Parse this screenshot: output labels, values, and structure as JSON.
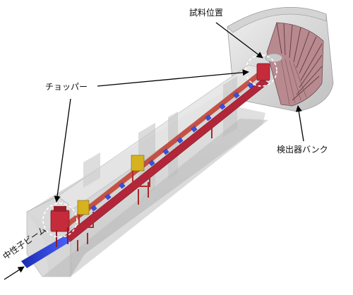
{
  "labels": {
    "sample_position": "試料位置",
    "chopper": "チョッパー",
    "detector_bank": "検出器バンク",
    "neutron_beam": "中性子ビーム"
  },
  "colors": {
    "beam": "#2a3fd6",
    "guide_frame": "#c0392b",
    "chopper_housing": "#b3263a",
    "shielding": "#d9d9d9",
    "detector": "#a9787d",
    "yellow_stage": "#d6b21e",
    "leader_line": "#000000"
  },
  "icons": {
    "callout_circle": "dashed-circle-icon",
    "arrow": "arrow-icon"
  }
}
